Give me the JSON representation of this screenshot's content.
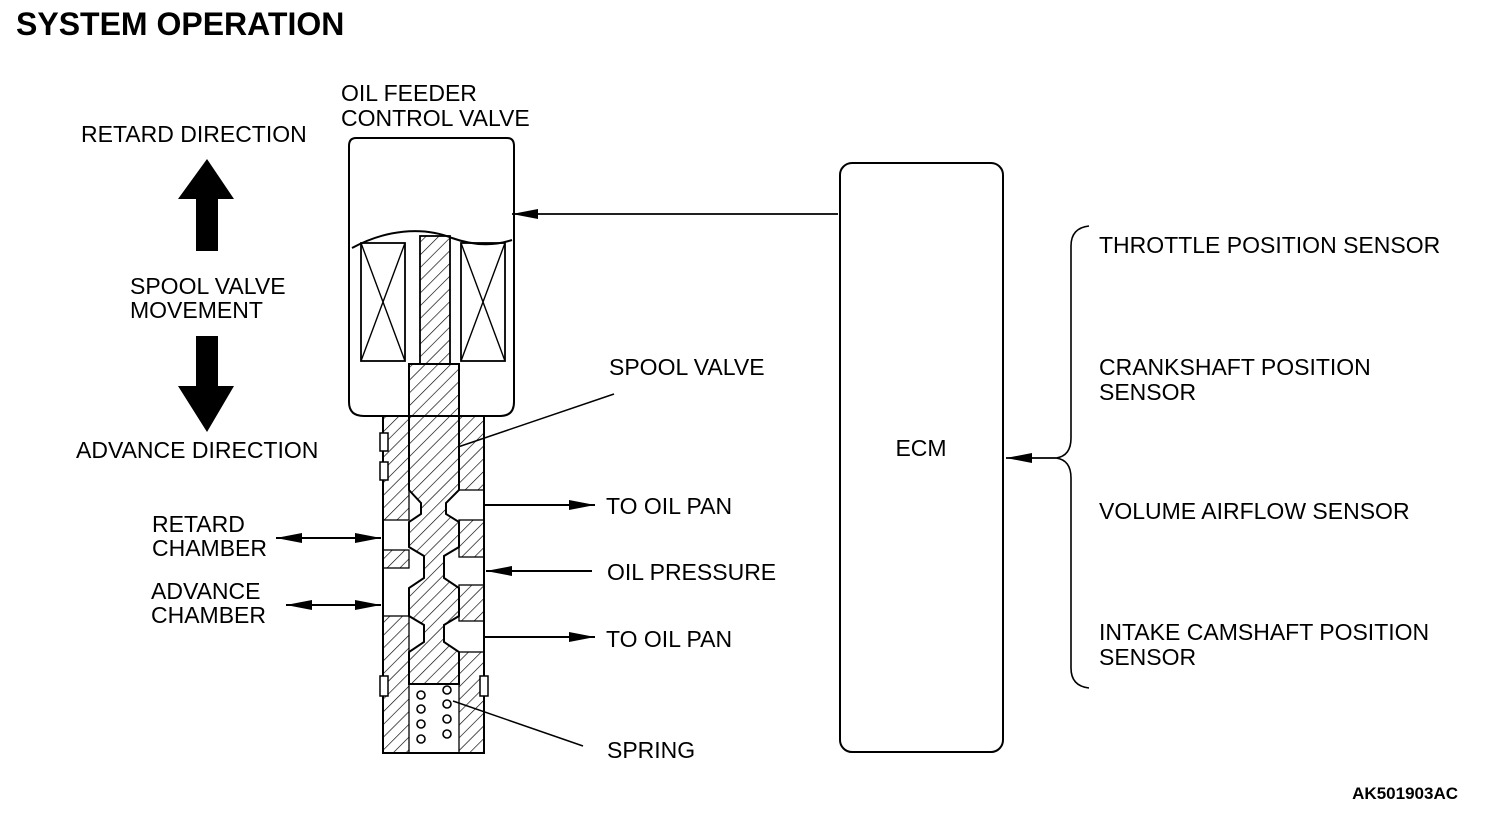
{
  "title": "SYSTEM OPERATION",
  "valve_label": {
    "line1": "OIL FEEDER",
    "line2": "CONTROL VALVE"
  },
  "direction": {
    "retard": "RETARD DIRECTION",
    "movement_line1": "SPOOL VALVE",
    "movement_line2": "MOVEMENT",
    "advance": "ADVANCE DIRECTION"
  },
  "chambers": {
    "retard_line1": "RETARD",
    "retard_line2": "CHAMBER",
    "advance_line1": "ADVANCE",
    "advance_line2": "CHAMBER"
  },
  "ports": {
    "spool_valve": "SPOOL VALVE",
    "to_oil_pan_upper": "TO OIL PAN",
    "oil_pressure": "OIL PRESSURE",
    "to_oil_pan_lower": "TO OIL PAN",
    "spring": "SPRING"
  },
  "ecm": "ECM",
  "sensors": {
    "throttle": "THROTTLE POSITION SENSOR",
    "crank_line1": "CRANKSHAFT POSITION",
    "crank_line2": "SENSOR",
    "airflow": "VOLUME AIRFLOW SENSOR",
    "intake_line1": "INTAKE CAMSHAFT POSITION",
    "intake_line2": "SENSOR"
  },
  "figure_code": "AK501903AC",
  "colors": {
    "ink": "#000000",
    "paper": "#ffffff"
  }
}
